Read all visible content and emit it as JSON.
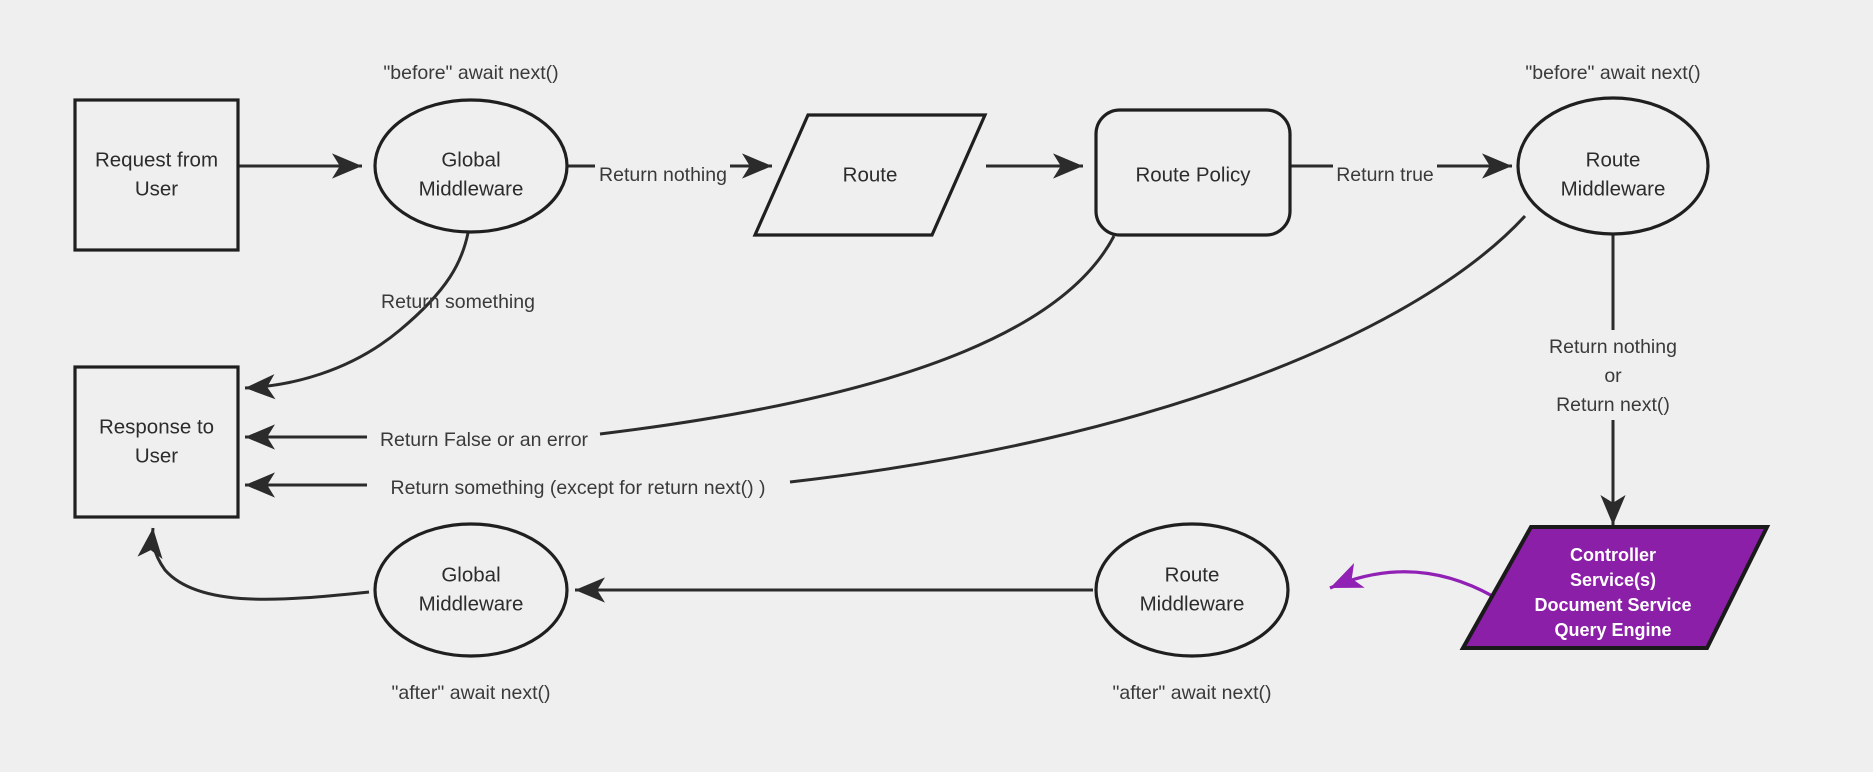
{
  "diagram": {
    "title": "Request / Middleware Lifecycle Flow",
    "background_color": "#efefef",
    "line_color": "#2b2b2b",
    "accent_color": "#8b1fa8",
    "purple_edge_color": "#9121b5"
  },
  "nodes": {
    "request_from_user": {
      "line1": "Request from",
      "line2": "User",
      "shape": "rectangle"
    },
    "global_middleware_top": {
      "line1": "Global",
      "line2": "Middleware",
      "shape": "ellipse"
    },
    "route": {
      "line1": "Route",
      "shape": "parallelogram"
    },
    "route_policy": {
      "line1": "Route Policy",
      "shape": "rounded-rectangle"
    },
    "route_middleware_top": {
      "line1": "Route",
      "line2": "Middleware",
      "shape": "ellipse"
    },
    "controller": {
      "line1": "Controller",
      "line2": "Service(s)",
      "line3": "Document Service",
      "line4": "Query Engine",
      "shape": "parallelogram",
      "fill": "#8b1fa8"
    },
    "response_to_user": {
      "line1": "Response to",
      "line2": "User",
      "shape": "rectangle"
    },
    "global_middleware_bottom": {
      "line1": "Global",
      "line2": "Middleware",
      "shape": "ellipse"
    },
    "route_middleware_bottom": {
      "line1": "Route",
      "line2": "Middleware",
      "shape": "ellipse"
    }
  },
  "annotations": {
    "before_await_next_global": "\"before\" await next()",
    "before_await_next_route": "\"before\" await next()",
    "after_await_next_global": "\"after\" await next()",
    "after_await_next_route": "\"after\" await next()"
  },
  "edge_labels": {
    "return_nothing": "Return nothing",
    "return_something_global": "Return something",
    "return_true": "Return true",
    "return_false_or_error": "Return False or an error",
    "return_something_except_next": "Return something (except for return next() )",
    "return_nothing_or_next_line1": "Return nothing",
    "return_nothing_or_next_line2": "or",
    "return_nothing_or_next_line3": "Return next()"
  }
}
